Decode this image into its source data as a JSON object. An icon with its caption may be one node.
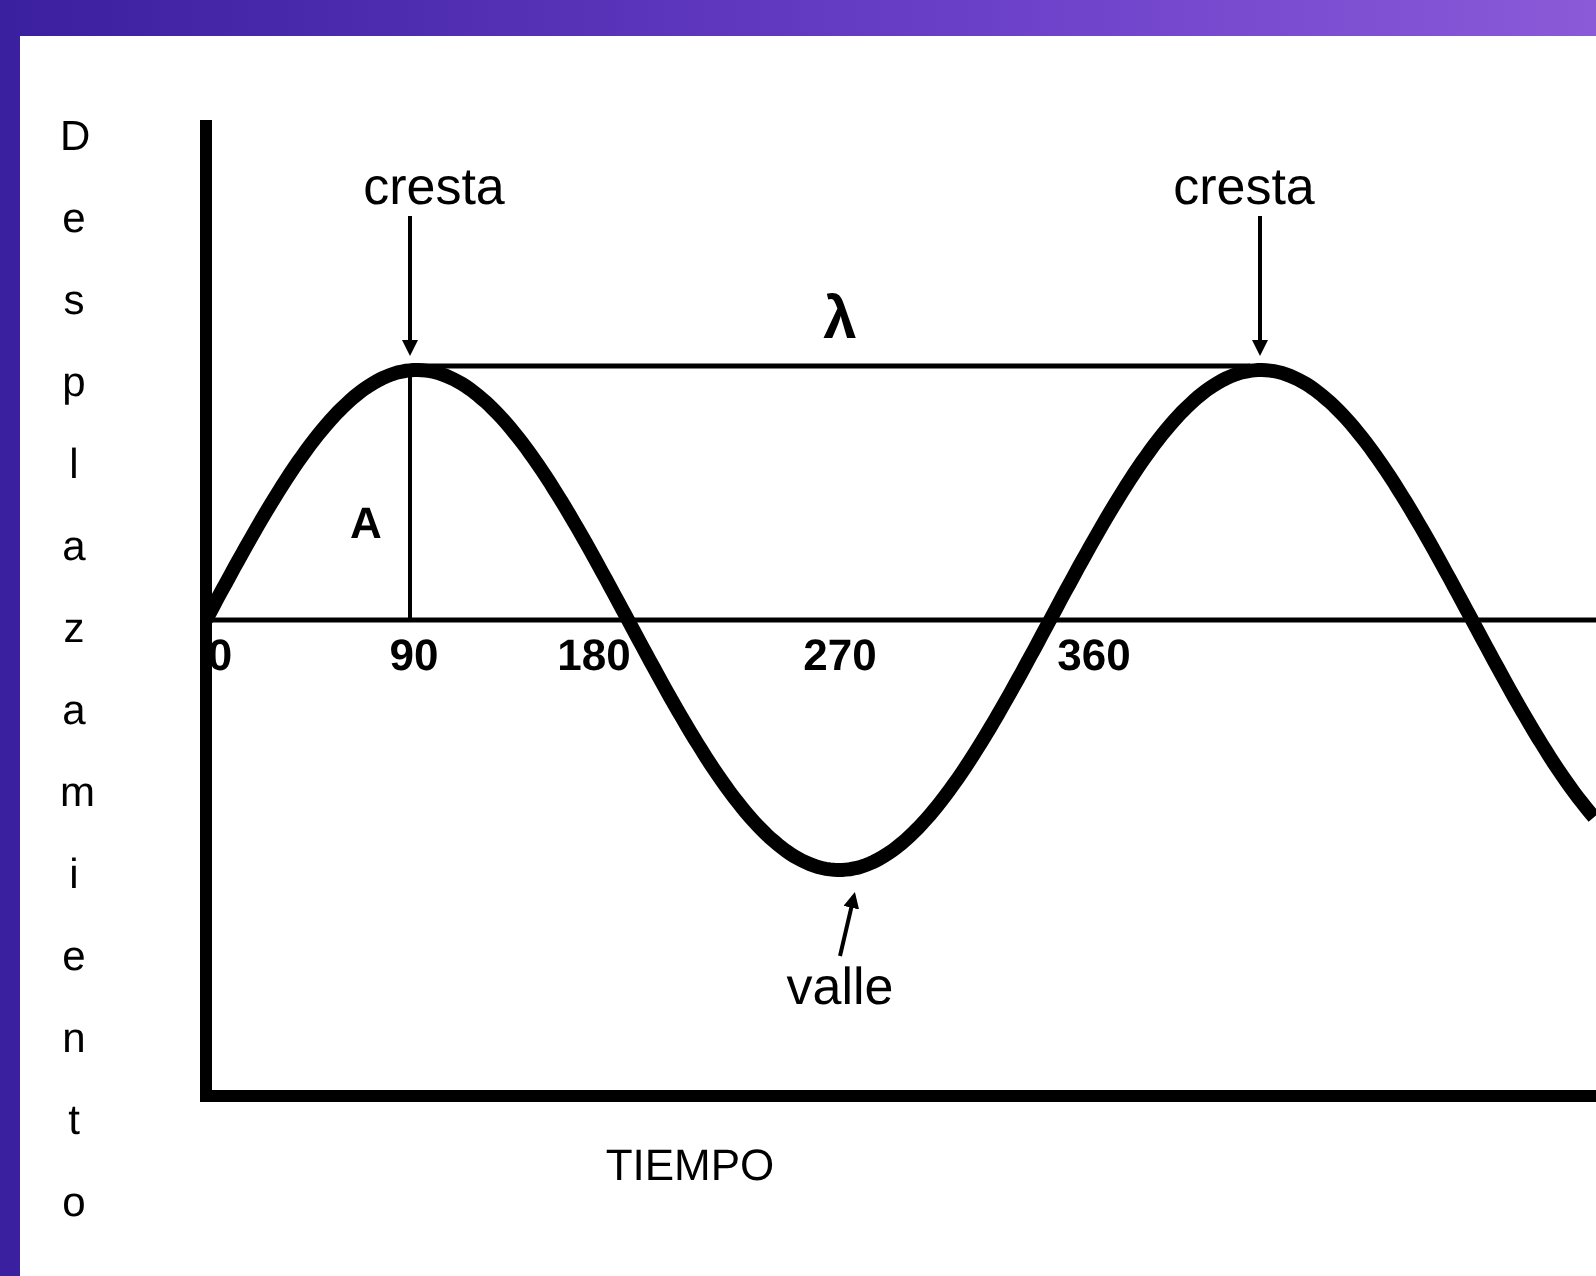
{
  "diagram": {
    "nodes": [
      {
        "text": [
          "cresta"
        ]
      },
      {
        "text": [
          "cresta"
        ]
      },
      {
        "text": [
          "valle"
        ]
      }
    ],
    "edges": [
      {
        "from": 0,
        "to": null,
        "arrow": "to"
      },
      {
        "from": 1,
        "to": null,
        "arrow": "to"
      },
      {
        "from": 2,
        "to": null,
        "arrow": "to"
      }
    ],
    "labels": [
      "Desplazamiento",
      "λ",
      "A",
      "0",
      "90",
      "180",
      "270",
      "360",
      "TIEMPO"
    ]
  }
}
